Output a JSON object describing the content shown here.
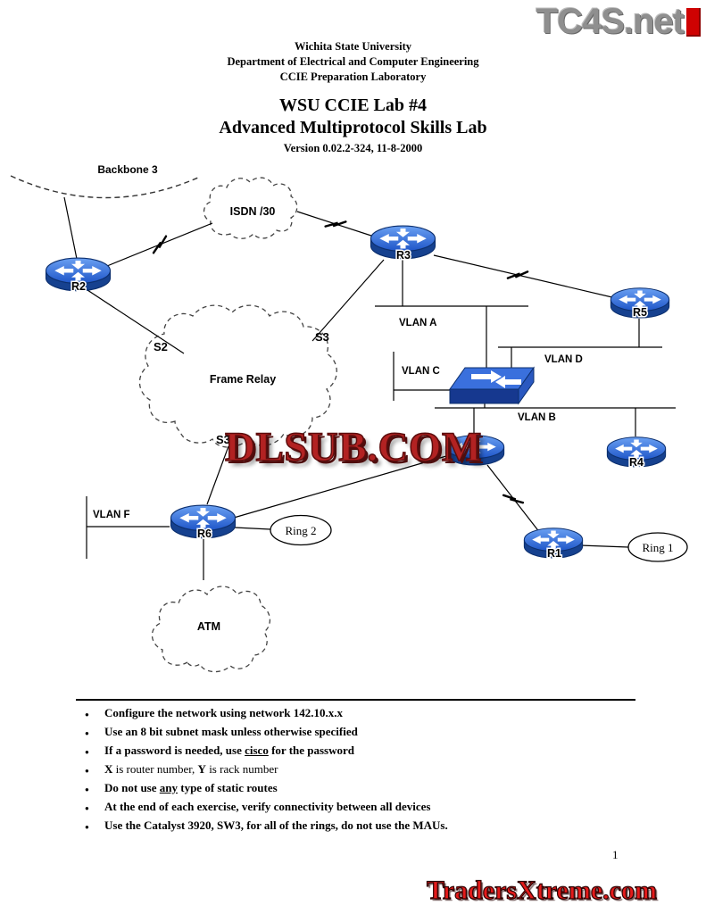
{
  "watermarks": {
    "top_right": "TC4S.net",
    "center": "DLSUB.COM",
    "bottom": "TradersXtreme.com"
  },
  "header": {
    "line1": "Wichita State University",
    "line2": "Department of Electrical and Computer Engineering",
    "line3": "CCIE Preparation Laboratory",
    "title1": "WSU CCIE Lab #4",
    "title2": "Advanced Multiprotocol Skills Lab",
    "version": "Version 0.02.2-324, 11-8-2000"
  },
  "diagram": {
    "backbone": "Backbone 3",
    "isdn": "ISDN /30",
    "frame_relay": "Frame Relay",
    "atm": "ATM",
    "ring1": "Ring 1",
    "ring2": "Ring 2",
    "r1": "R1",
    "r2": "R2",
    "r3": "R3",
    "r4": "R4",
    "r5": "R5",
    "r6": "R6",
    "vlan_a": "VLAN A",
    "vlan_b": "VLAN B",
    "vlan_c": "VLAN C",
    "vlan_d": "VLAN D",
    "vlan_f": "VLAN F",
    "s2": "S2",
    "s3_upper": "S3",
    "s3_lower": "S3"
  },
  "notes": [
    {
      "segments": [
        {
          "text": "Configure the network using network 142.10.x.x"
        }
      ]
    },
    {
      "segments": [
        {
          "text": "Use an 8 bit subnet mask unless otherwise specified"
        }
      ]
    },
    {
      "segments": [
        {
          "text": "If a password is needed, use "
        },
        {
          "text": "cisco",
          "underline": true
        },
        {
          "text": " for the password"
        }
      ]
    },
    {
      "segments": [
        {
          "text": "X"
        },
        {
          "text": " is router number, ",
          "weight": "normal"
        },
        {
          "text": "Y"
        },
        {
          "text": " is rack number",
          "weight": "normal"
        }
      ]
    },
    {
      "segments": [
        {
          "text": "Do not use "
        },
        {
          "text": "any",
          "underline": true
        },
        {
          "text": " type of static routes"
        }
      ]
    },
    {
      "segments": [
        {
          "text": "At the end of each exercise, verify connectivity between all devices"
        }
      ]
    },
    {
      "segments": [
        {
          "text": "Use the Catalyst 3920, SW3, for all of the rings, do not use the MAUs."
        }
      ]
    }
  ],
  "page_number": "1"
}
